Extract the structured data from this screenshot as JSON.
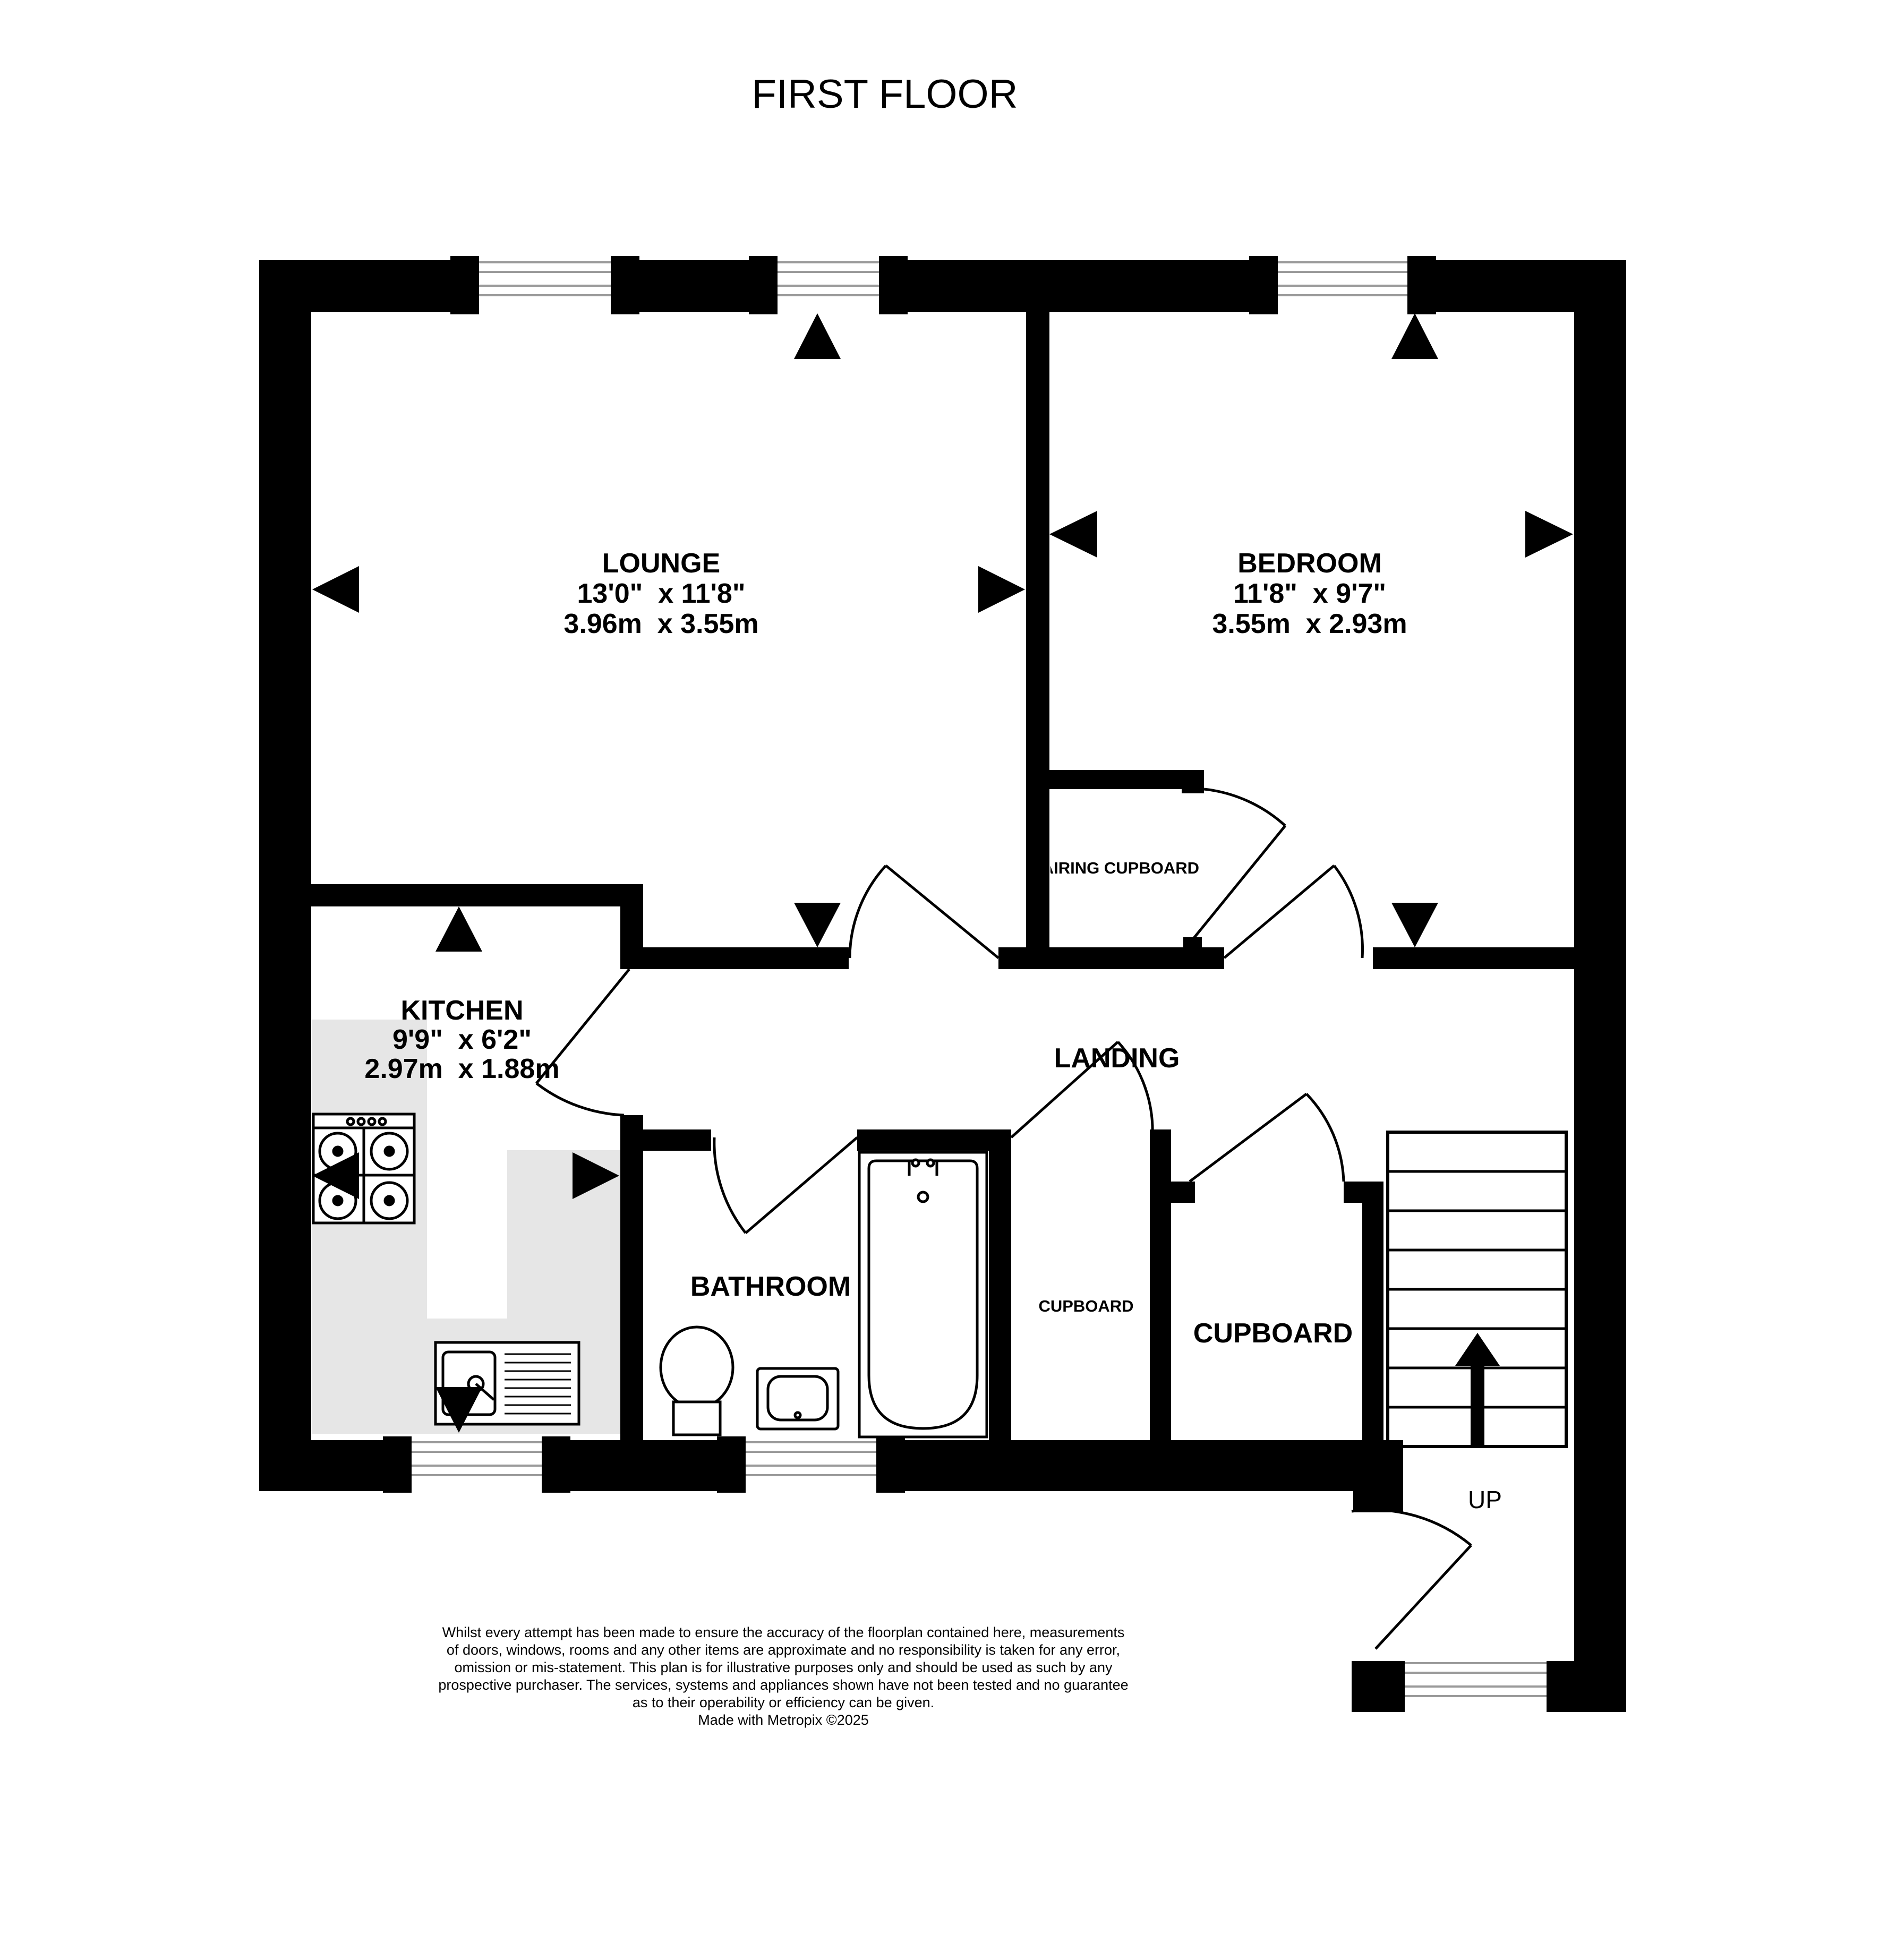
{
  "title": "FIRST FLOOR",
  "rooms": {
    "lounge": {
      "name": "LOUNGE",
      "imperial": "13'0\"  x 11'8\"",
      "metric": "3.96m  x 3.55m"
    },
    "bedroom": {
      "name": "BEDROOM",
      "imperial": "11'8\"  x 9'7\"",
      "metric": "3.55m  x 2.93m"
    },
    "kitchen": {
      "name": "KITCHEN",
      "imperial": "9'9\"  x 6'2\"",
      "metric": "2.97m  x 1.88m"
    },
    "landing": {
      "name": "LANDING"
    },
    "bathroom": {
      "name": "BATHROOM"
    },
    "airing_cupboard": {
      "name": "AIRING CUPBOARD"
    },
    "cupboard_small": {
      "name": "CUPBOARD"
    },
    "cupboard_large": {
      "name": "CUPBOARD"
    },
    "stairs": {
      "label": "UP"
    }
  },
  "disclaimer": [
    "Whilst every attempt has been made to ensure the accuracy of the floorplan contained here, measurements",
    "of doors, windows, rooms and any other items are approximate and no responsibility is taken for any error,",
    "omission or mis-statement. This plan is for illustrative purposes only and should be used as such by any",
    "prospective purchaser. The services, systems and appliances shown have not been tested and no guarantee",
    "as to their operability or efficiency can be given.",
    "Made with Metropix ©2025"
  ],
  "colors": {
    "wall": "#000000",
    "worktop": "#e6e6e6",
    "window": "#9a9a9a",
    "background": "#ffffff"
  }
}
